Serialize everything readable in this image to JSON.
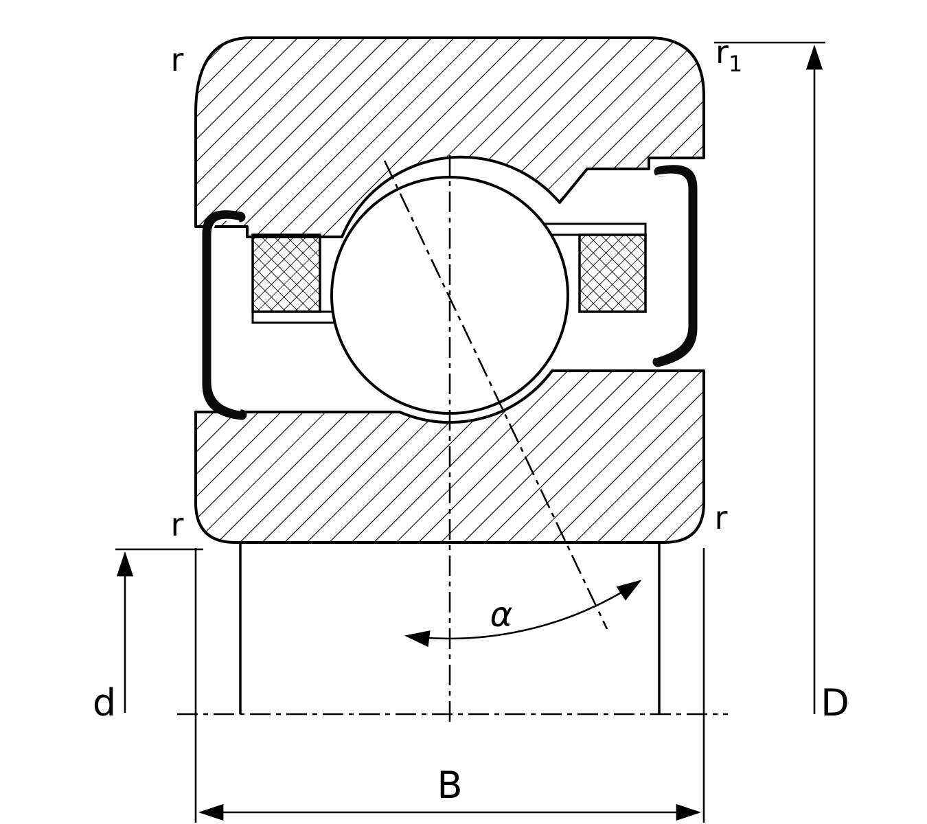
{
  "diagram": {
    "type": "bearing-cross-section",
    "labels": {
      "r_top_left": "r",
      "r1_base": "r",
      "r1_sub": "1",
      "r_bottom_left": "r",
      "r_bottom_right": "r",
      "bore_diameter": "d",
      "outer_diameter": "D",
      "width": "B",
      "contact_angle": "α"
    },
    "colors": {
      "line": "#000000",
      "background": "#ffffff",
      "seal": "#0b0b0b"
    }
  }
}
